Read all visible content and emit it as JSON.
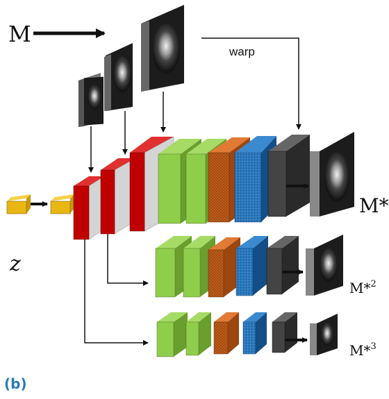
{
  "labels": {
    "input": "M",
    "warp": "warp",
    "latent": "z",
    "out_1": "M*",
    "out_2": "M*2",
    "out_3": "M*3",
    "caption": "(b)"
  },
  "colors": {
    "latent": "#e8b714",
    "conv_red": "#c00000",
    "conv_grey": "#d4d4d4",
    "green_dark": "#6a9e2e",
    "green_light": "#8fce4a",
    "orange": "#c9601a",
    "blue": "#1f6fb5",
    "dark": "#444444",
    "mri_bg": "#1c1c1c",
    "caption": "#2a7bb5"
  }
}
